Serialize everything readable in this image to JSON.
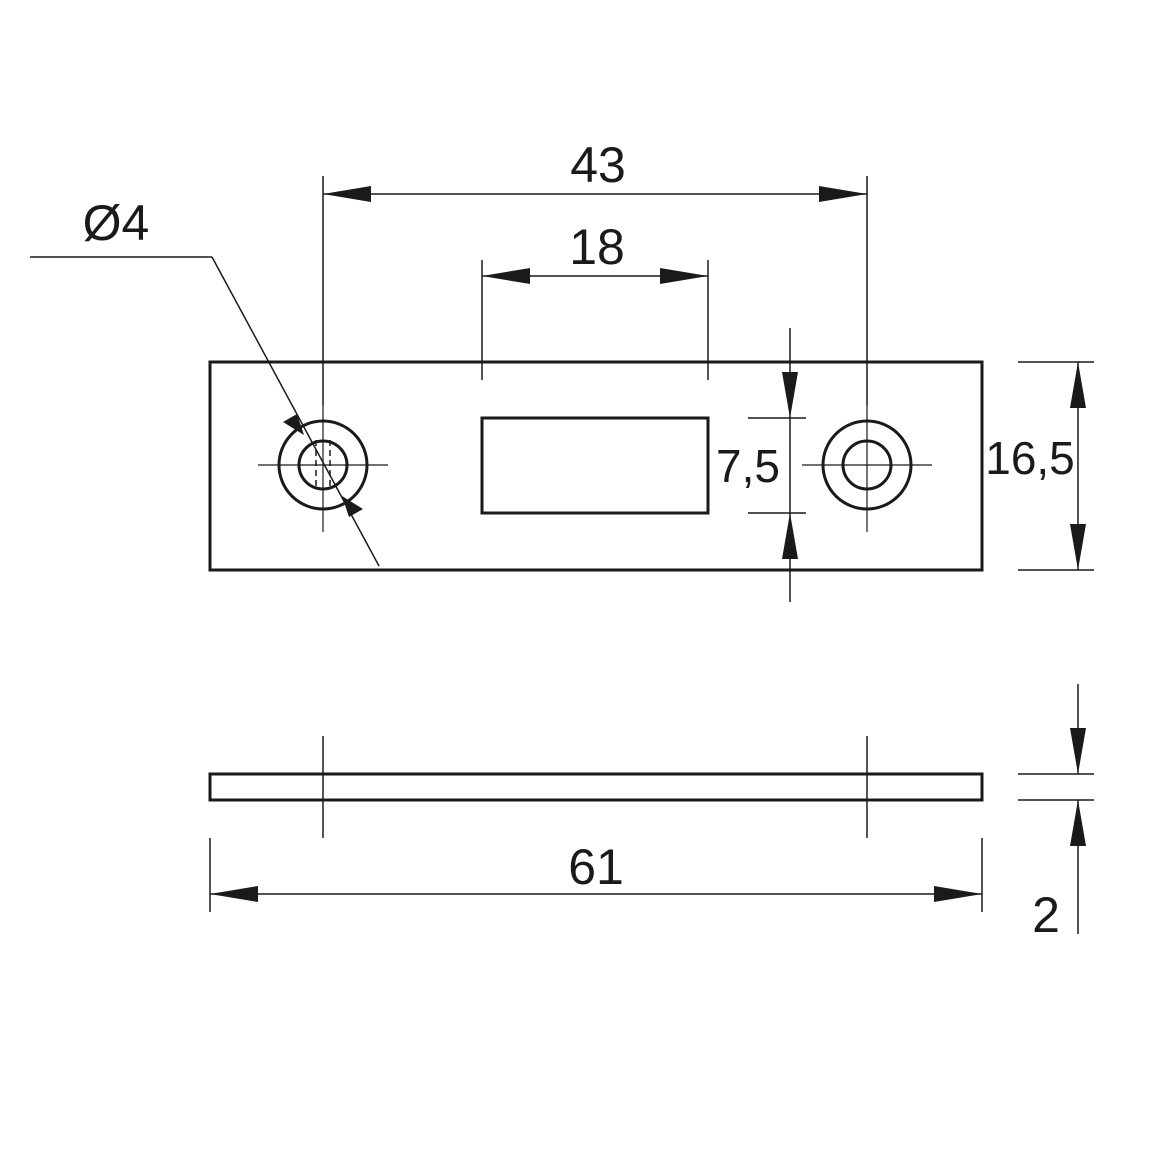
{
  "dimensions": {
    "hole_diameter": "Ø4",
    "hole_spacing": "43",
    "slot_length": "18",
    "slot_height": "7,5",
    "plate_height": "16,5",
    "plate_length": "61",
    "plate_thickness": "2"
  },
  "colors": {
    "line": "#1a1a1a",
    "background": "#ffffff"
  }
}
